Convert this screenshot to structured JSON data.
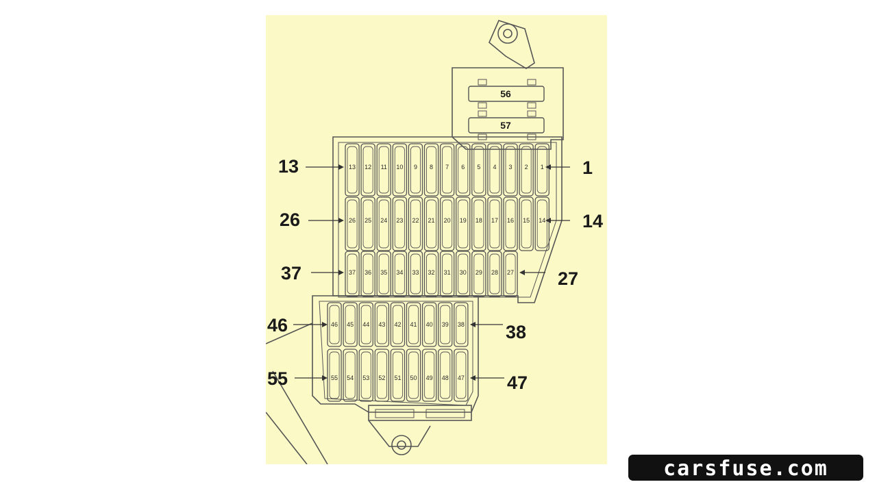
{
  "diagram": {
    "relays": [
      "56",
      "57"
    ],
    "rows": [
      {
        "fuses": [
          "13",
          "12",
          "11",
          "10",
          "9",
          "8",
          "7",
          "6",
          "5",
          "4",
          "3",
          "2",
          "1"
        ],
        "callout_left": "13",
        "callout_right": "1"
      },
      {
        "fuses": [
          "26",
          "25",
          "24",
          "23",
          "22",
          "21",
          "20",
          "19",
          "18",
          "17",
          "16",
          "15",
          "14"
        ],
        "callout_left": "26",
        "callout_right": "14"
      },
      {
        "fuses": [
          "37",
          "36",
          "35",
          "34",
          "33",
          "32",
          "31",
          "30",
          "29",
          "28",
          "27"
        ],
        "callout_left": "37",
        "callout_right": "27"
      },
      {
        "fuses": [
          "46",
          "45",
          "44",
          "43",
          "42",
          "41",
          "40",
          "39",
          "38"
        ],
        "callout_left": "46",
        "callout_right": "38"
      },
      {
        "fuses": [
          "55",
          "54",
          "53",
          "52",
          "51",
          "50",
          "49",
          "48",
          "47"
        ],
        "callout_left": "55",
        "callout_right": "47"
      }
    ]
  },
  "logo": {
    "text": "carsfuse.com"
  },
  "colors": {
    "background": "#fbf9c6",
    "line": "#555555",
    "text": "#1a1a1a"
  }
}
